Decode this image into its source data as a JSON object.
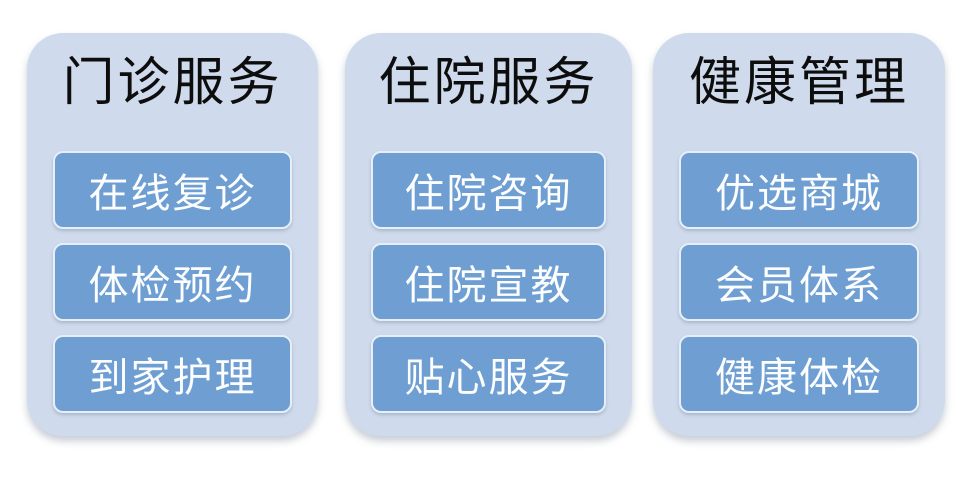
{
  "colors": {
    "page_background": "#ffffff",
    "card_background": "#cfdbec",
    "button_background": "#6f9fd2",
    "button_border": "#e7eef8",
    "title_text": "#0d0d0d",
    "button_text": "#fcfdfe"
  },
  "columns": [
    {
      "title": "门诊服务",
      "items": [
        "在线复诊",
        "体检预约",
        "到家护理"
      ]
    },
    {
      "title": "住院服务",
      "items": [
        "住院咨询",
        "住院宣教",
        "贴心服务"
      ]
    },
    {
      "title": "健康管理",
      "items": [
        "优选商城",
        "会员体系",
        "健康体检"
      ]
    }
  ]
}
